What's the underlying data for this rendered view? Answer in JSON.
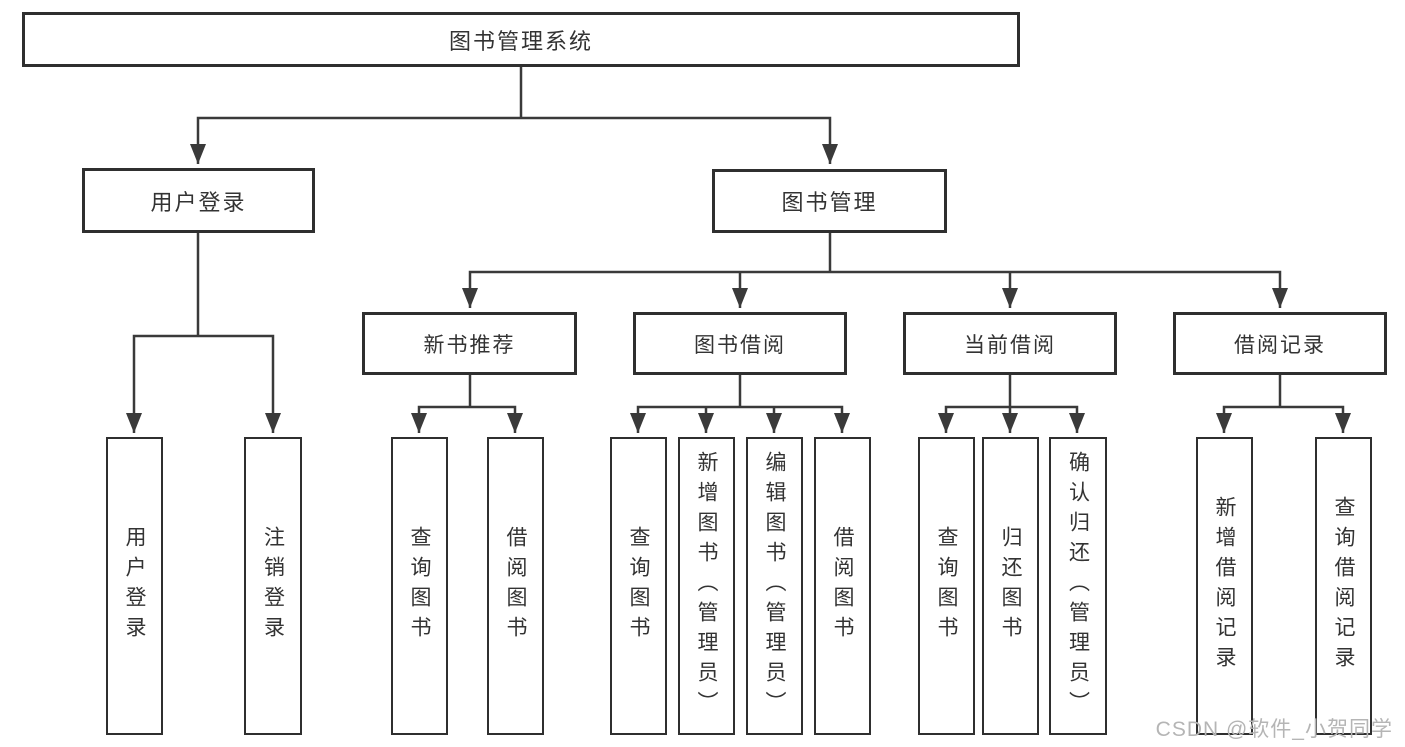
{
  "diagram": {
    "nodes": {
      "root": "图书管理系统",
      "user_login": {
        "label": "用户登录",
        "leaves": [
          "用户登录",
          "注销登录"
        ]
      },
      "book_mgmt": {
        "label": "图书管理",
        "groups": [
          {
            "label": "新书推荐",
            "leaves": [
              "查询图书",
              "借阅图书"
            ]
          },
          {
            "label": "图书借阅",
            "leaves": [
              "查询图书",
              "新增图书（管理员）",
              "编辑图书（管理员）",
              "借阅图书"
            ]
          },
          {
            "label": "当前借阅",
            "leaves": [
              "查询图书",
              "归还图书",
              "确认归还（管理员）"
            ]
          },
          {
            "label": "借阅记录",
            "leaves": [
              "新增借阅记录",
              "查询借阅记录"
            ]
          }
        ]
      }
    }
  },
  "watermark": "CSDN @软件_小贺同学",
  "colors": {
    "line": "#3a3a3a",
    "box_border": "#2f2f2f",
    "text": "#333333",
    "watermark": "#b5b5b5",
    "background": "#ffffff"
  }
}
